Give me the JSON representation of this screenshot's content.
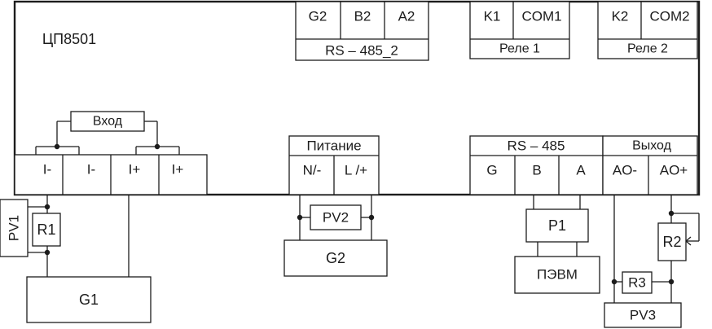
{
  "device": {
    "model": "ЦП8501"
  },
  "rs485_2": {
    "terminals": [
      "G2",
      "B2",
      "A2"
    ],
    "label": "RS – 485_2"
  },
  "relay1": {
    "terminals": [
      "K1",
      "COM1"
    ],
    "label": "Реле 1"
  },
  "relay2": {
    "terminals": [
      "K2",
      "COM2"
    ],
    "label": "Реле 2"
  },
  "input": {
    "label": "Вход",
    "terminals": [
      "I-",
      "I-",
      "I+",
      "I+"
    ]
  },
  "power": {
    "label": "Питание",
    "terminals": [
      "N/-",
      "L /+"
    ]
  },
  "rs485": {
    "label": "RS – 485",
    "terminals": [
      "G",
      "B",
      "A"
    ]
  },
  "output": {
    "label": "Выход",
    "terminals": [
      "AO-",
      "AO+"
    ]
  },
  "external": {
    "pv1": "PV1",
    "r1": "R1",
    "g1": "G1",
    "pv2": "PV2",
    "g2": "G2",
    "p1": "P1",
    "pc": "ПЭВМ",
    "r2": "R2",
    "r3": "R3",
    "pv3": "PV3"
  }
}
